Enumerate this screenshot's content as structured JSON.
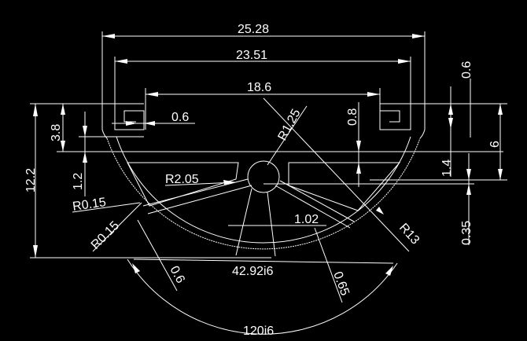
{
  "colors": {
    "background": "#000000",
    "lines": "#ffffff"
  },
  "dimensions": {
    "overall_width": "25.28",
    "inner_width": "23.51",
    "slot_span": "18.6",
    "slot_wall": "0.6",
    "slot_height_left": "3.8",
    "total_height": "12.2",
    "left_offset": "1.2",
    "radius_small_a": "R0.15",
    "radius_small_b": "R0.15",
    "radius_hub_fillet": "R2.05",
    "radius_hub": "R1.25",
    "slot_depth": "0.8",
    "right_step": "1.4",
    "top_lip": "0.6",
    "right_height": "6",
    "bottom_gap": "0.35",
    "radius_outer": "R13",
    "hub_width": "1.02",
    "spoke_thickness_right": "0.65",
    "spoke_thickness_left": "0.6",
    "inner_angle": "42.92i6",
    "outer_angle": "120i6"
  }
}
